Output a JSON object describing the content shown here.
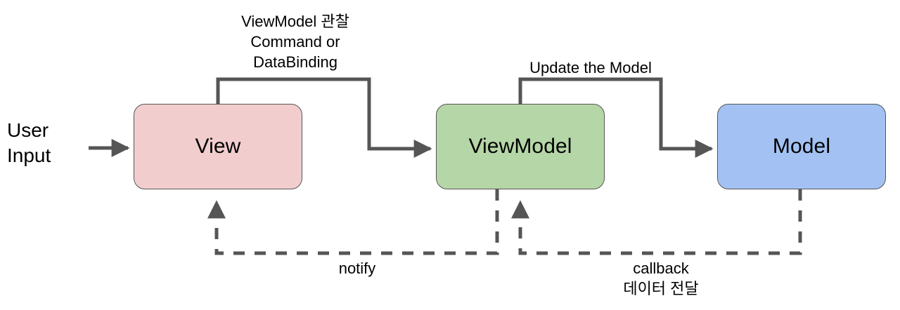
{
  "diagram": {
    "title": "MVVM architecture flow",
    "background": "#ffffff",
    "line_color": "#555555",
    "text_color": "#000000"
  },
  "nodes": [
    {
      "id": "view",
      "label": "View",
      "fill": "#f2cdce",
      "stroke": "#555555"
    },
    {
      "id": "viewmodel",
      "label": "ViewModel",
      "fill": "#b5d6a7",
      "stroke": "#555555"
    },
    {
      "id": "model",
      "label": "Model",
      "fill": "#a3c2f3",
      "stroke": "#555555"
    }
  ],
  "labels": {
    "user_input": "User\nInput",
    "view_to_viewmodel": "ViewModel 관찰\nCommand or\nDataBinding",
    "viewmodel_to_model": "Update the Model",
    "notify": "notify",
    "callback": "callback\n데이터 전달"
  },
  "edges": [
    {
      "id": "user-input-to-view",
      "from": "User Input",
      "to": "View",
      "style": "solid",
      "arrow": "end",
      "label": ""
    },
    {
      "id": "view-to-viewmodel",
      "from": "View",
      "to": "ViewModel",
      "style": "solid",
      "arrow": "end",
      "label": "ViewModel 관찰 Command or DataBinding"
    },
    {
      "id": "viewmodel-to-model",
      "from": "ViewModel",
      "to": "Model",
      "style": "solid",
      "arrow": "end",
      "label": "Update the Model"
    },
    {
      "id": "viewmodel-to-view",
      "from": "ViewModel",
      "to": "View",
      "style": "dashed",
      "arrow": "end",
      "label": "notify"
    },
    {
      "id": "model-to-viewmodel",
      "from": "Model",
      "to": "ViewModel",
      "style": "dashed",
      "arrow": "end",
      "label": "callback 데이터 전달"
    }
  ]
}
